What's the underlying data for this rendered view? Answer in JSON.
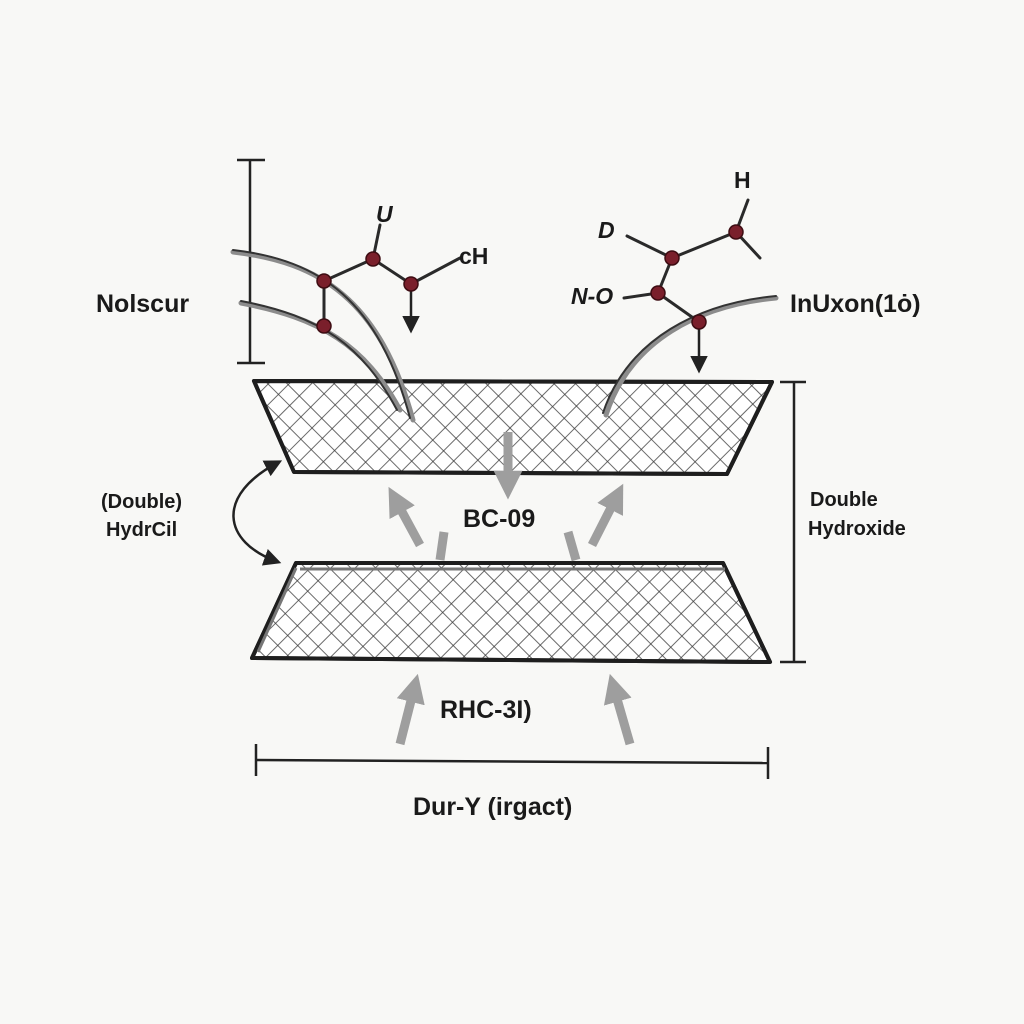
{
  "labels": {
    "left_top": "Nolscur",
    "right_top": "InUxon(1ȯ)",
    "left_middle_line1": "(Double)",
    "left_middle_line2": "HydrCil",
    "right_middle_line1": "Double",
    "right_middle_line2": "Hydroxide",
    "center_upper": "BC-09",
    "center_lower": "RHC-3I)",
    "bottom": "Dur-Y (irgact)"
  },
  "left_molecule": {
    "atom_top": "U",
    "atom_right": "cH"
  },
  "right_molecule": {
    "atom_top": "H",
    "atom_left_top": "D",
    "atom_left_bottom": "N-O"
  },
  "colors": {
    "atom": "#7a1f2b",
    "arrow_grey": "#9e9e9e",
    "line": "#1e1e1e",
    "background": "#f8f8f6"
  }
}
